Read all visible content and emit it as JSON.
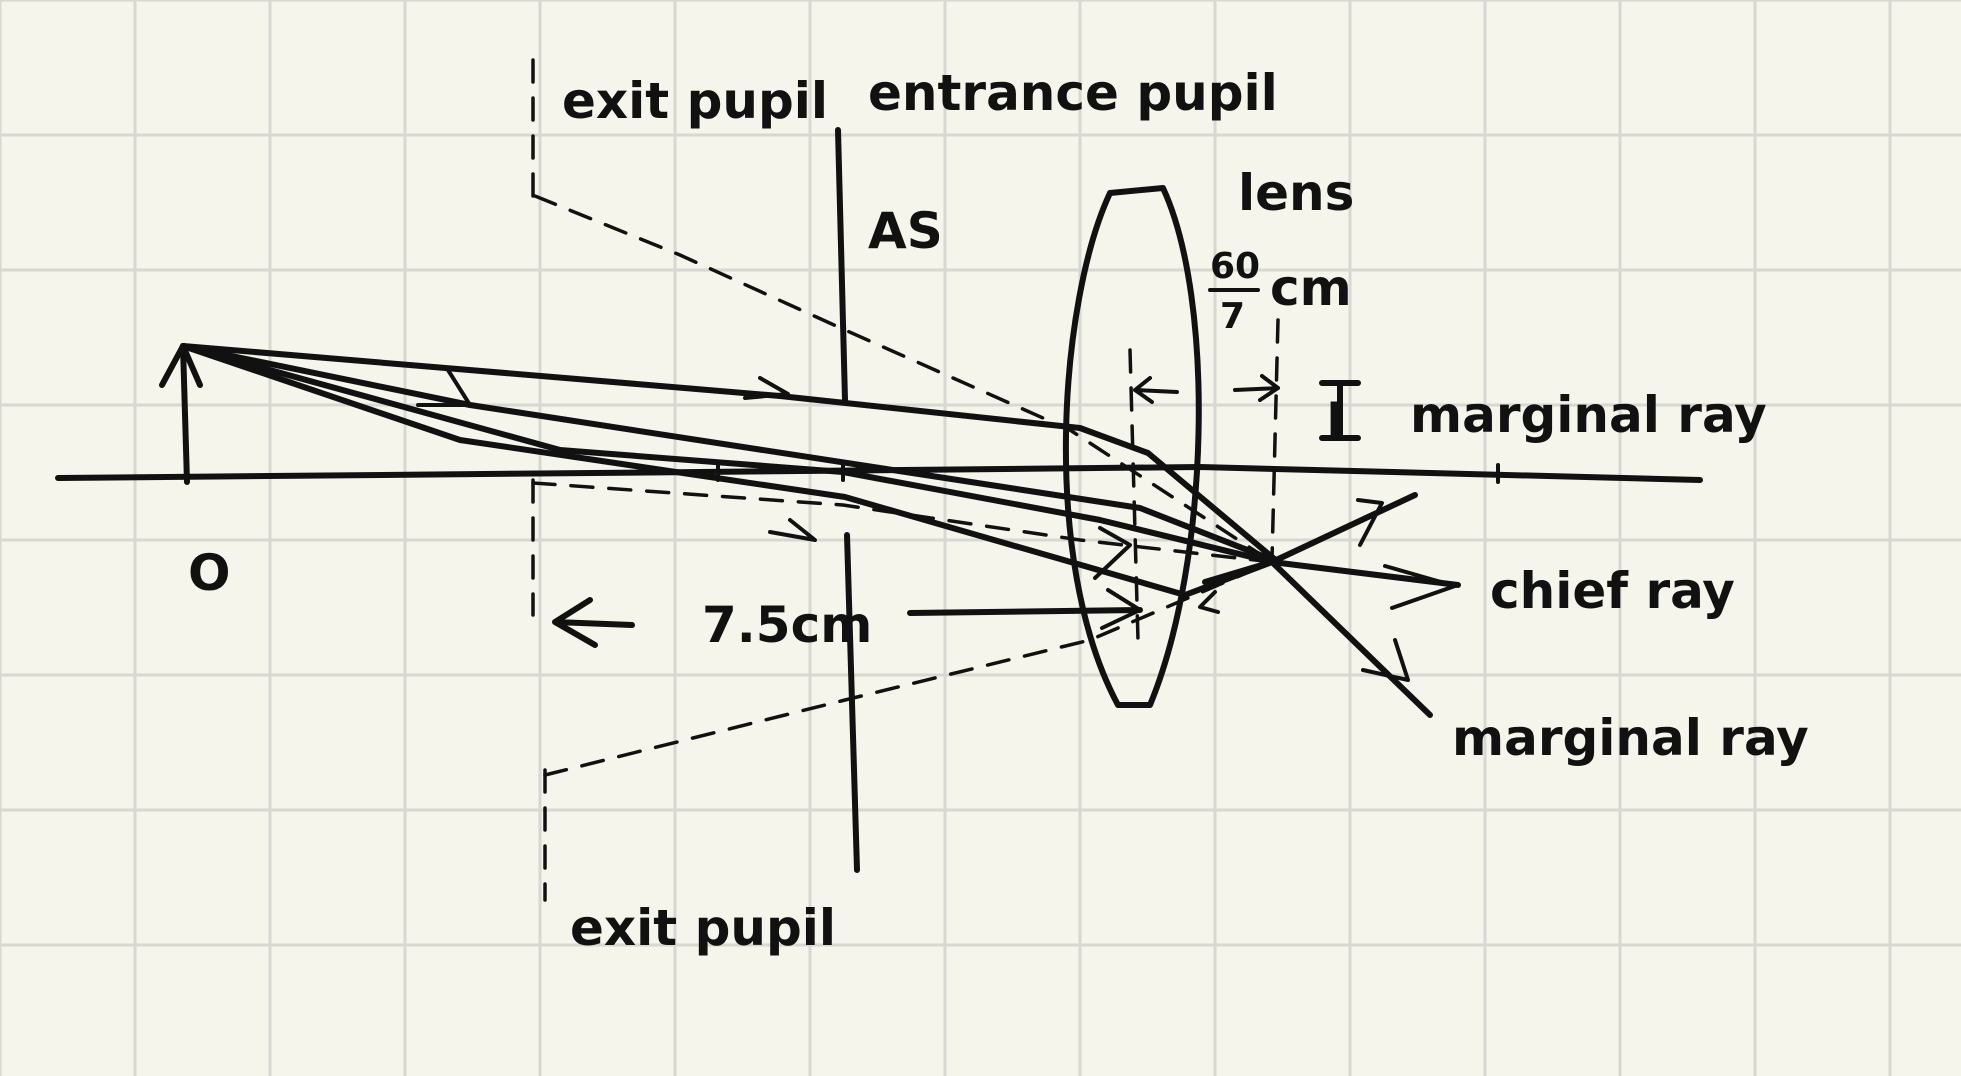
{
  "labels": {
    "exit_pupil_top": "exit pupil",
    "entrance_pupil": "entrance pupil",
    "aperture_stop": "AS",
    "lens": "lens",
    "focal_numerator": "60",
    "focal_denominator": "7",
    "focal_unit": "cm",
    "image": "I",
    "marginal_ray_top": "marginal ray",
    "chief_ray": "chief ray",
    "marginal_ray_bottom": "marginal ray",
    "object": "O",
    "distance": "7.5cm",
    "exit_pupil_bottom": "exit pupil"
  },
  "colors": {
    "paper": "#f5f5ec",
    "grid": "#d7d8d2",
    "ink": "#111111"
  }
}
